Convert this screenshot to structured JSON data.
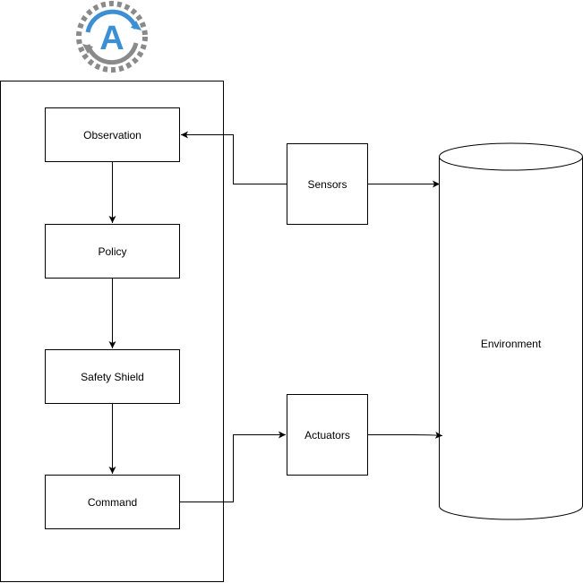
{
  "colors": {
    "stroke": "#000000",
    "fill": "#ffffff",
    "logo_blue": "#3d8fd4",
    "logo_gray": "#8a8a8a"
  },
  "logo": {
    "icon": "autonomy-cycle-logo",
    "letter": "A"
  },
  "nodes": {
    "observation": "Observation",
    "policy": "Policy",
    "safety_shield": "Safety Shield",
    "command": "Command",
    "sensors": "Sensors",
    "actuators": "Actuators",
    "environment": "Environment"
  }
}
